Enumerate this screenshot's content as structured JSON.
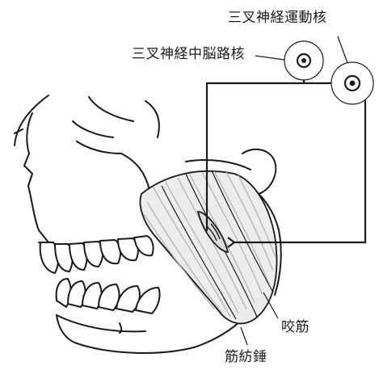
{
  "labels": {
    "motor_nucleus": "三叉神経運動核",
    "mesencephalic_nucleus": "三叉神経中脳路核",
    "masseter": "咬筋",
    "muscle_spindle": "筋紡錘"
  },
  "colors": {
    "line": "#1a1a1a",
    "muscle_fill": "#ededed",
    "muscle_stripes": "#b4b4b4",
    "background": "#ffffff"
  }
}
